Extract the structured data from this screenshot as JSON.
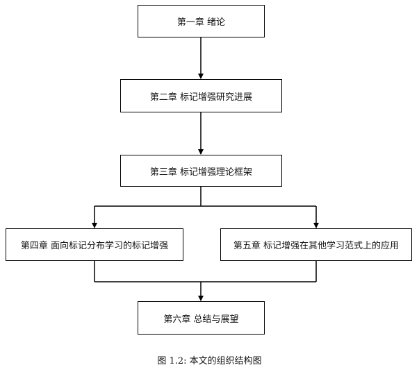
{
  "diagram": {
    "nodes": {
      "ch1": "第一章 绪论",
      "ch2": "第二章 标记增强研究进展",
      "ch3": "第三章 标记增强理论框架",
      "ch4": "第四章 面向标记分布学习的标记增强",
      "ch5": "第五章 标记增强在其他学习范式上的应用",
      "ch6": "第六章 总结与展望"
    },
    "caption": "图 1.2: 本文的组织结构图",
    "line_color": "#000000"
  }
}
